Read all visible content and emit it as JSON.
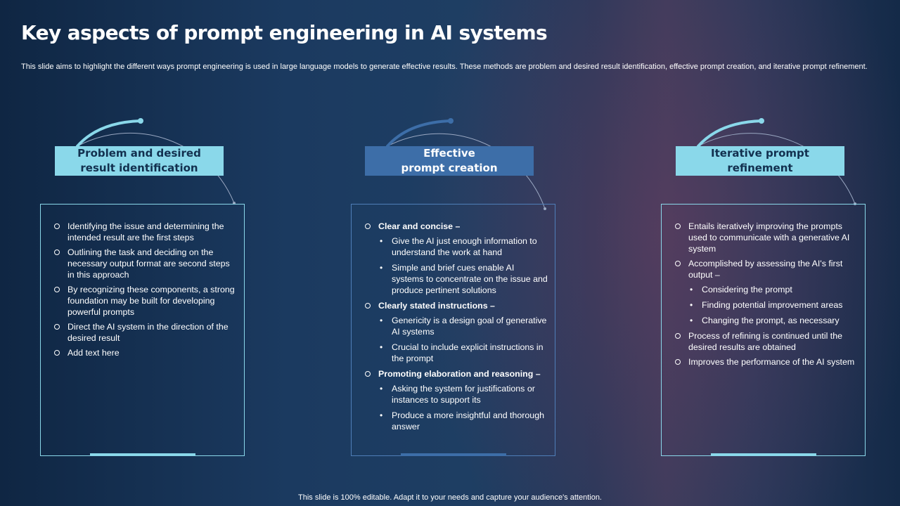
{
  "slide": {
    "title": "Key aspects of prompt engineering in AI systems",
    "subtitle": "This slide aims to highlight the different ways prompt engineering is used in large language models to generate effective results. These methods are problem and desired result identification, effective prompt creation, and iterative prompt refinement.",
    "footer": "This slide is 100% editable. Adapt it to your needs and capture your audience's attention."
  },
  "colors": {
    "accent_light": "#8ad8ea",
    "accent_dark": "#3d6ea8"
  },
  "columns": [
    {
      "header_line1": "Problem and desired",
      "header_line2": "result identification",
      "items": [
        "Identifying the issue and determining the intended result are the first steps",
        "Outlining the task and deciding on the necessary output format are second steps in this approach",
        "By recognizing these components, a strong foundation may be built for developing powerful prompts",
        "Direct the AI system in the direction of the desired result",
        "Add text here"
      ]
    },
    {
      "header_line1": "Effective",
      "header_line2": "prompt creation",
      "groups": [
        {
          "label": "Clear and concise –",
          "subitems": [
            "Give the AI just enough information to understand the work at hand",
            "Simple and brief cues enable AI systems to concentrate on the issue and produce pertinent solutions"
          ]
        },
        {
          "label": "Clearly stated instructions –",
          "subitems": [
            "Genericity is a design goal of generative AI systems",
            "Crucial to include explicit instructions in the prompt"
          ]
        },
        {
          "label": "Promoting elaboration and reasoning –",
          "subitems": [
            "Asking the system for justifications or instances to support its",
            "Produce a more insightful and thorough answer"
          ]
        }
      ]
    },
    {
      "header_line1": "Iterative prompt",
      "header_line2": "refinement",
      "item1": "Entails iteratively improving the prompts used to communicate with a generative AI system",
      "item2": "Accomplished by assessing the AI's first output –",
      "subitems": [
        "Considering the prompt",
        "Finding potential improvement areas",
        "Changing the prompt, as necessary"
      ],
      "item3": "Process of refining is continued until the desired results are obtained",
      "item4": "Improves the performance of the AI system"
    }
  ]
}
